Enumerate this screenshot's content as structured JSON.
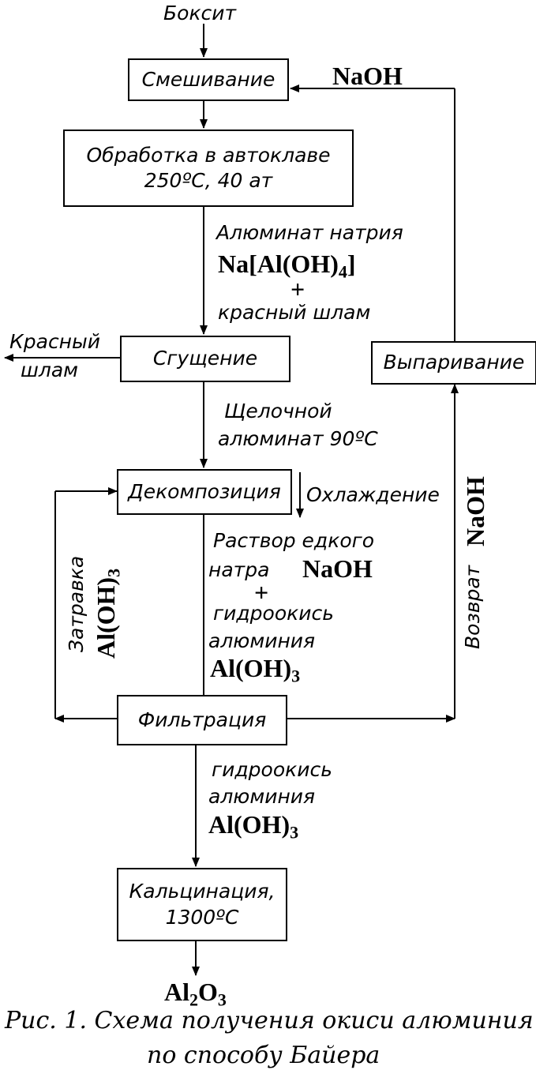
{
  "input": "Боксит",
  "boxes": {
    "mixing": "Смешивание",
    "autoclave_line1": "Обработка в автоклаве",
    "autoclave_line2": "250ºC, 40 ат",
    "thickening": "Сгущение",
    "evaporation": "Выпаривание",
    "decomposition": "Декомпозиция",
    "filtration": "Фильтрация",
    "calcination_line1": "Кальцинация,",
    "calcination_line2": "1300ºC"
  },
  "labels": {
    "naoh_top": "NaOH",
    "aluminate": "Алюминат натрия",
    "na_prefix": "Na[Al(OH)",
    "na_sub": "4",
    "na_suffix": "]",
    "plus": "+",
    "red_mud": "красный шлам",
    "red_out_line1": "Красный",
    "red_out_line2": "шлам",
    "alkaline_line1": "Щелочной",
    "alkaline_line2": "алюминат 90ºC",
    "cooling": "Охлаждение",
    "solution_line1": "Раствор едкого",
    "solution_line2": "натра",
    "solution_naoh": "NaOH",
    "plus2": "+",
    "hydroxide_line1": "гидроокись",
    "hydroxide_line2": "алюминия",
    "aloh_prefix": "Al(OH)",
    "aloh_sub": "3",
    "seed_word": "Затравка",
    "seed_prefix": "Al(OH)",
    "seed_sub": "3",
    "return_word": "Возврат",
    "return_naoh": "NaOH",
    "hydroxide2_line1": "гидроокись",
    "hydroxide2_line2": "алюминия",
    "aloh2_prefix": "Al(OH)",
    "aloh2_sub": "3",
    "product_al": "Al",
    "product_sub1": "2",
    "product_o": "O",
    "product_sub2": "3"
  },
  "caption_line1": "Рис. 1. Схема получения окиси алюминия",
  "caption_line2": "по способу Байера"
}
